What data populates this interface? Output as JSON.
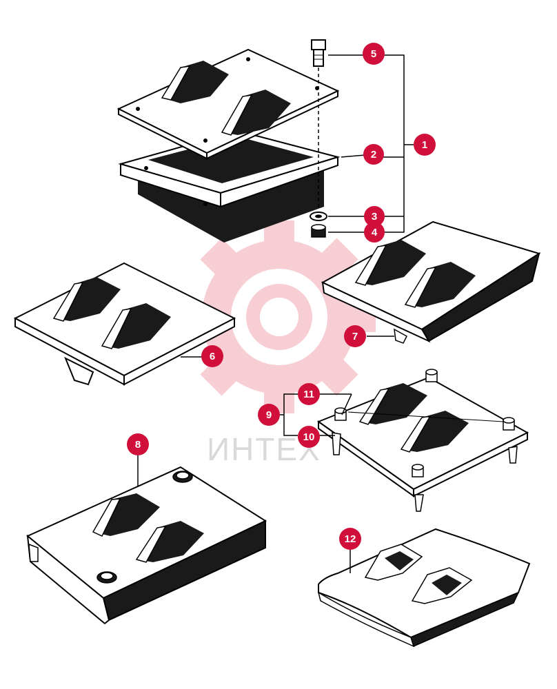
{
  "diagram": {
    "watermark_text": "ИНТЕХ",
    "colors": {
      "callout": "#d0103a",
      "line": "#000000",
      "part_dark": "#1a1a1a",
      "part_light": "#ffffff",
      "watermark_gear": "#f6c9cf",
      "watermark_text": "#d9d9d9"
    },
    "callouts": [
      {
        "id": "c1",
        "label": "1"
      },
      {
        "id": "c2",
        "label": "2"
      },
      {
        "id": "c3",
        "label": "3"
      },
      {
        "id": "c4",
        "label": "4"
      },
      {
        "id": "c5",
        "label": "5"
      },
      {
        "id": "c6",
        "label": "6"
      },
      {
        "id": "c7",
        "label": "7"
      },
      {
        "id": "c8",
        "label": "8"
      },
      {
        "id": "c9",
        "label": "9"
      },
      {
        "id": "c10",
        "label": "10"
      },
      {
        "id": "c11",
        "label": "11"
      },
      {
        "id": "c12",
        "label": "12"
      }
    ]
  }
}
